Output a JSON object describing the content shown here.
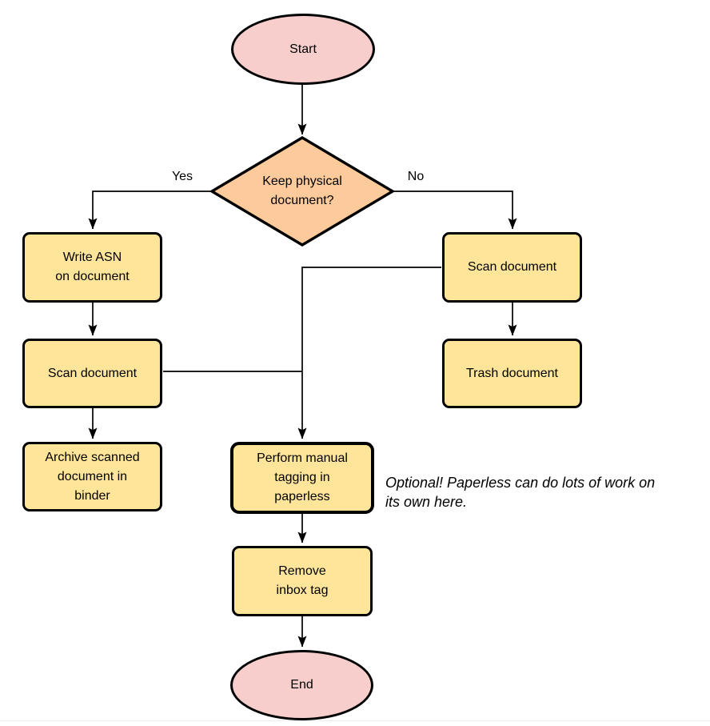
{
  "diagram": {
    "nodes": {
      "start": {
        "label": "Start",
        "type": "terminator"
      },
      "decision": {
        "label": "Keep physical\ndocument?",
        "type": "decision"
      },
      "write_asn": {
        "label": "Write ASN\non document",
        "type": "process"
      },
      "scan_left": {
        "label": "Scan document",
        "type": "process"
      },
      "archive": {
        "label": "Archive scanned\ndocument in\nbinder",
        "type": "process"
      },
      "scan_right": {
        "label": "Scan document",
        "type": "process"
      },
      "trash": {
        "label": "Trash document",
        "type": "process"
      },
      "tagging": {
        "label": "Perform manual\ntagging in\npaperless",
        "type": "process"
      },
      "remove_inbox": {
        "label": "Remove\ninbox tag",
        "type": "process"
      },
      "end": {
        "label": "End",
        "type": "terminator"
      }
    },
    "edge_labels": {
      "yes": "Yes",
      "no": "No"
    },
    "annotation": "Optional! Paperless can do lots of work on\nits own here.",
    "colors": {
      "terminator_fill": "#F8CECC",
      "decision_fill": "#FDCA9B",
      "process_fill": "#FFE599",
      "stroke": "#000000",
      "connector": "#000000"
    }
  }
}
